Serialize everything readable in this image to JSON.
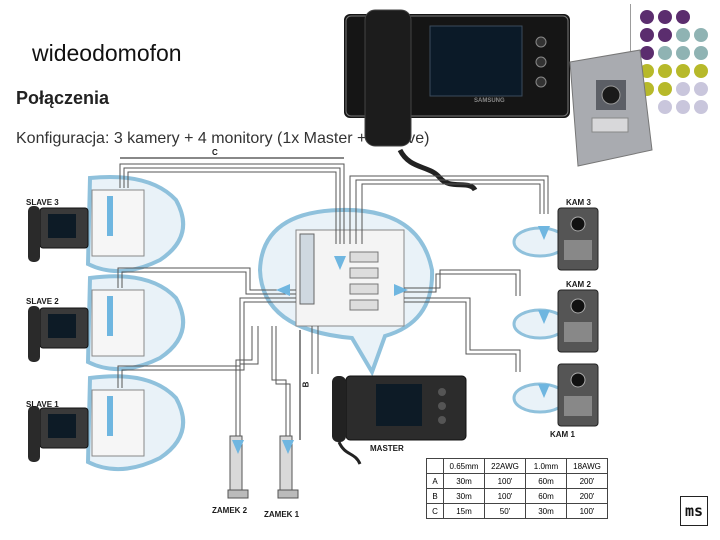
{
  "slide": {
    "title": "wideodomofon",
    "heading": "Połączenia",
    "subtitle": "Konfiguracja: 3 kamery + 4 monitory (1x Master + 3 Slave)"
  },
  "diagram": {
    "labels": {
      "slave3": "SLAVE 3",
      "slave2": "SLAVE 2",
      "slave1": "SLAVE 1",
      "kam3": "KAM 3",
      "kam2": "KAM 2",
      "kam1": "KAM 1",
      "master": "MASTER",
      "zamek2": "ZAMEK 2",
      "zamek1": "ZAMEK 1",
      "cable_c": "C",
      "cable_b": "B"
    },
    "brand": "SAMSUNG"
  },
  "spec_table": {
    "header": [
      "",
      "0.65mm",
      "22AWG",
      "1.0mm",
      "18AWG"
    ],
    "rows": [
      [
        "A",
        "30m",
        "100'",
        "60m",
        "200'"
      ],
      [
        "B",
        "30m",
        "100'",
        "60m",
        "200'"
      ],
      [
        "C",
        "15m",
        "50'",
        "30m",
        "100'"
      ]
    ]
  },
  "logo_text": "ms",
  "colors": {
    "purple": "#5b2d6e",
    "teal": "#8fb3b3",
    "olive": "#b7b92a",
    "lavender": "#c9c6dc",
    "bubble": "#8fc1dc",
    "arrow": "#6fb6e0"
  }
}
